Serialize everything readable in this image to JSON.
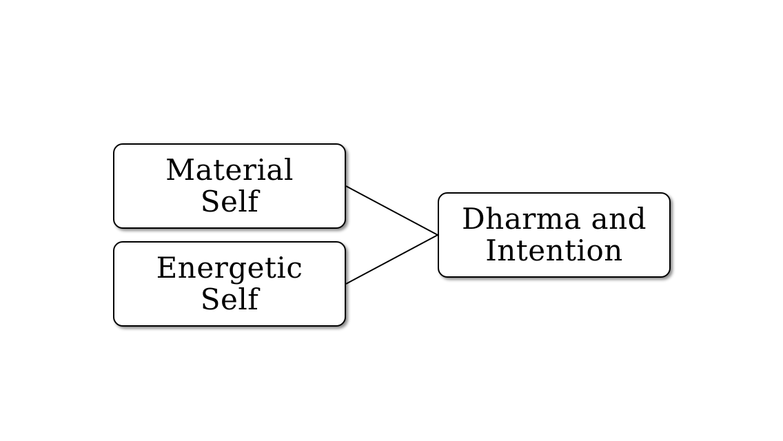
{
  "diagram": {
    "nodes": [
      {
        "id": "material",
        "label": "Material\nSelf"
      },
      {
        "id": "energetic",
        "label": "Energetic\nSelf"
      },
      {
        "id": "dharma",
        "label": "Dharma and\nIntention"
      }
    ],
    "edges": [
      {
        "from": "material",
        "to": "dharma"
      },
      {
        "from": "energetic",
        "to": "dharma"
      }
    ],
    "colors": {
      "stroke": "#000000",
      "fill": "#ffffff",
      "text": "#000000"
    }
  }
}
